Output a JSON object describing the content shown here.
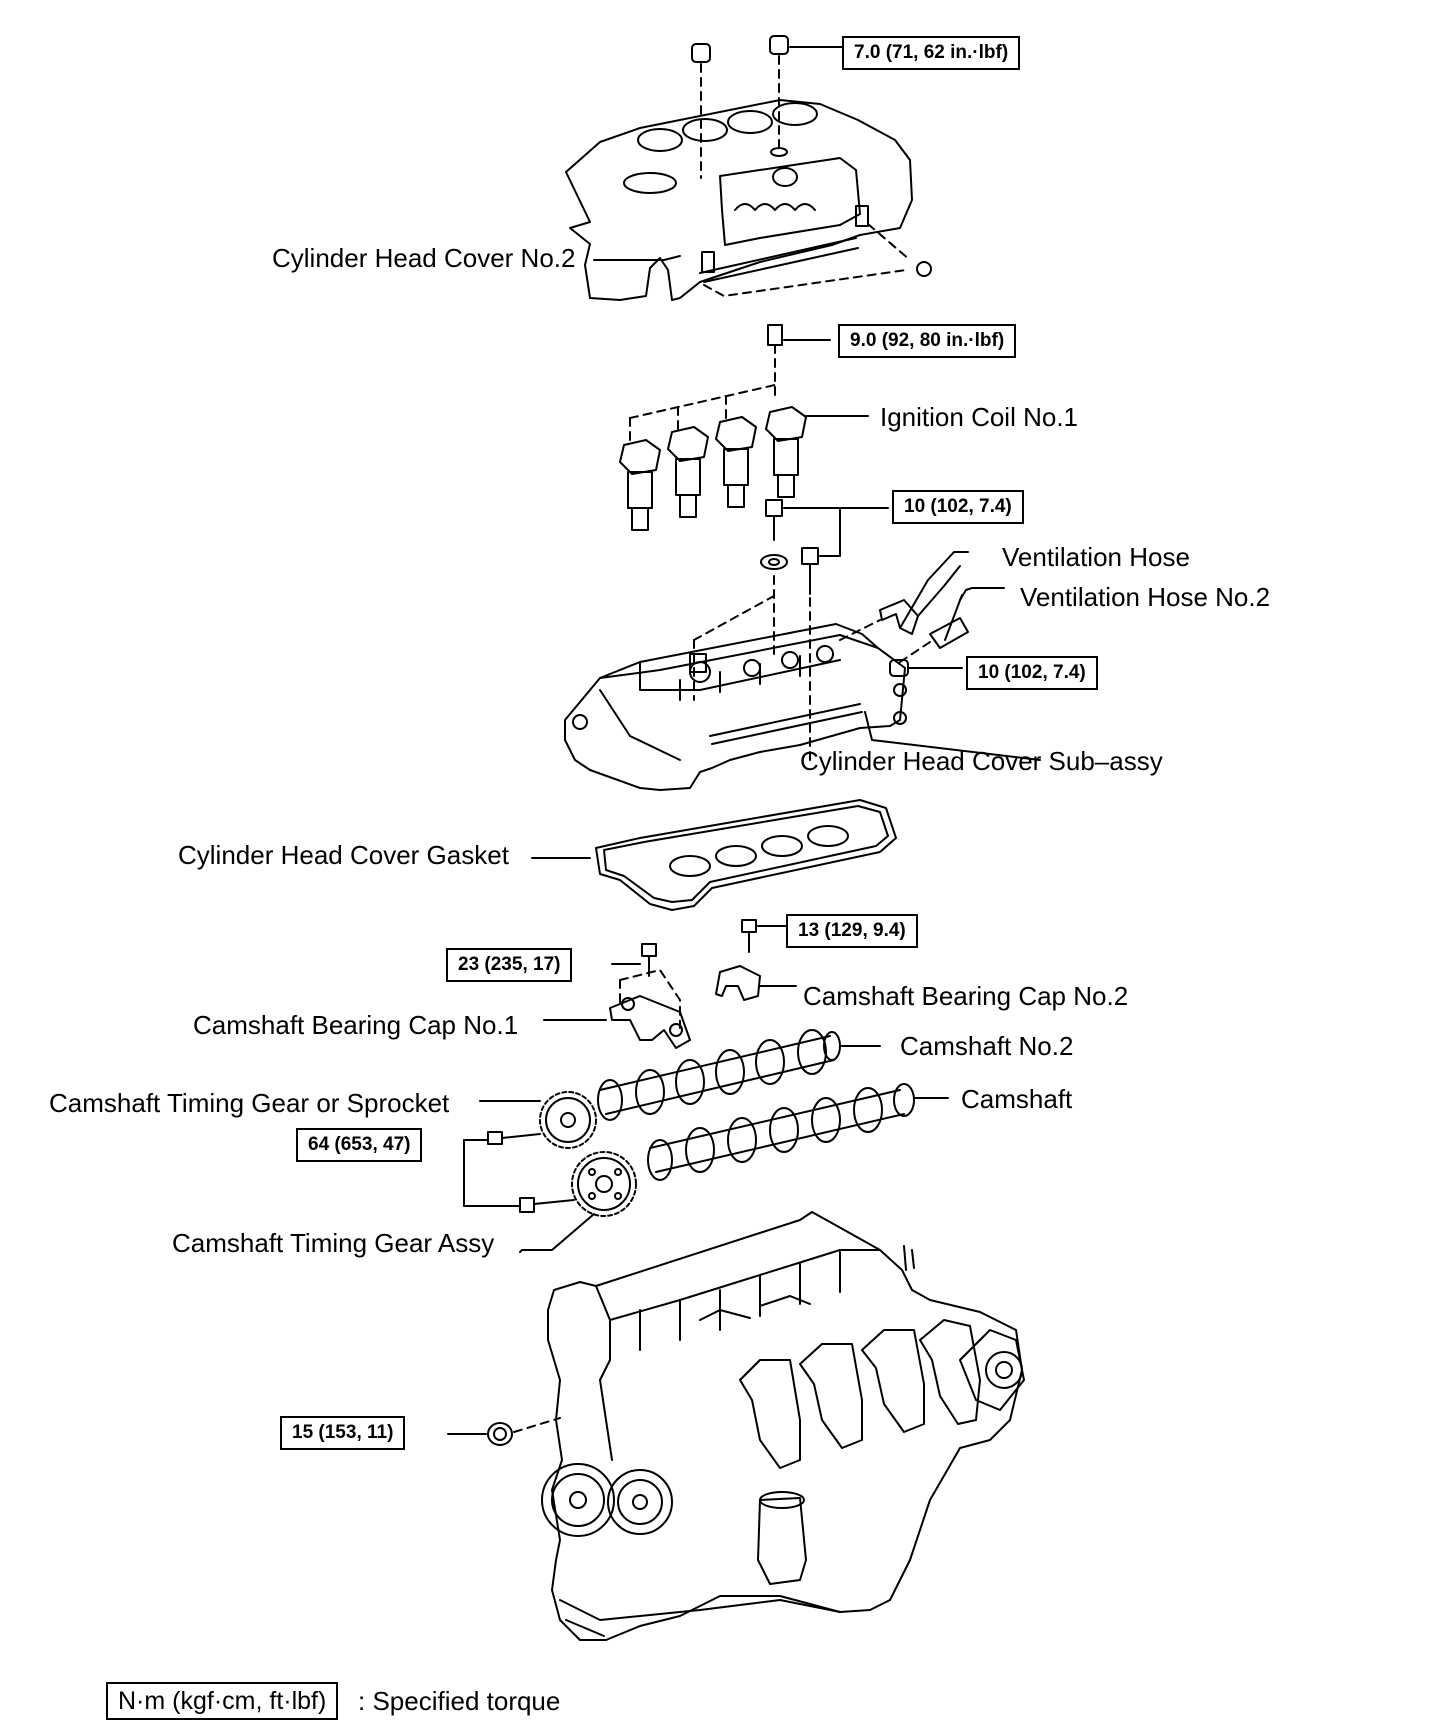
{
  "labels": {
    "cylinder_head_cover_no2": "Cylinder Head Cover No.2",
    "ignition_coil_no1": "Ignition Coil No.1",
    "ventilation_hose": "Ventilation Hose",
    "ventilation_hose_no2": "Ventilation Hose No.2",
    "cylinder_head_cover_sub_assy": "Cylinder Head Cover Sub–assy",
    "cylinder_head_cover_gasket": "Cylinder Head Cover Gasket",
    "camshaft_bearing_cap_no2": "Camshaft Bearing Cap No.2",
    "camshaft_bearing_cap_no1": "Camshaft Bearing Cap No.1",
    "camshaft_no2": "Camshaft No.2",
    "camshaft_timing_gear_or_sprocket": "Camshaft Timing Gear or Sprocket",
    "camshaft": "Camshaft",
    "camshaft_timing_gear_assy": "Camshaft Timing Gear Assy"
  },
  "torques": {
    "cover_no2_nut": "7.0 (71, 62 in.·lbf)",
    "ignition_coil_bolt": "9.0 (92, 80 in.·lbf)",
    "head_cover_bolt": "10 (102, 7.4)",
    "head_cover_nut": "10 (102, 7.4)",
    "bearing_cap_no2_bolt": "13 (129, 9.4)",
    "bearing_cap_no1_bolt": "23 (235, 17)",
    "timing_gear_bolt": "64 (653, 47)",
    "plug": "15 (153, 11)"
  },
  "legend": {
    "unit_box": "N·m (kgf·cm, ft·lbf)",
    "text": ": Specified torque"
  }
}
